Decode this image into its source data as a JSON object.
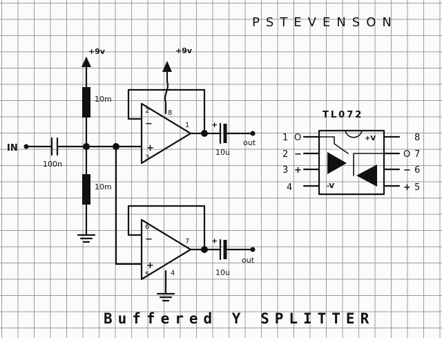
{
  "header": {
    "author": "PSTEVENSON"
  },
  "footer": {
    "title": "Buffered Y SPLITTER"
  },
  "schematic": {
    "input_label": "IN",
    "input_cap": "100n",
    "bias_resistor_top": "10m",
    "bias_resistor_bottom": "10m",
    "supply_left": "+9v",
    "supply_opamp": "+9v",
    "opamp_a": {
      "minus": "−",
      "plus": "+",
      "pin_minus": "2",
      "pin_plus": "3",
      "pin_supply": "8",
      "pin_out": "1"
    },
    "opamp_b": {
      "minus": "−",
      "plus": "+",
      "pin_minus": "6",
      "pin_plus": "5",
      "pin_gnd": "4",
      "pin_out": "7"
    },
    "out_a": {
      "cap": "10u",
      "label": "out",
      "plus": "+"
    },
    "out_b": {
      "cap": "10u",
      "label": "out",
      "plus": "+"
    }
  },
  "pinout": {
    "chip": "TL072",
    "left_pins": [
      {
        "num": "1",
        "sign": "O"
      },
      {
        "num": "2",
        "sign": "−"
      },
      {
        "num": "3",
        "sign": "+"
      },
      {
        "num": "4",
        "sign": ""
      }
    ],
    "right_pins": [
      {
        "num": "8",
        "sign": ""
      },
      {
        "num": "7",
        "sign": "O"
      },
      {
        "num": "6",
        "sign": "−"
      },
      {
        "num": "5",
        "sign": "+"
      }
    ],
    "vplus": "+V",
    "vminus": "-V"
  }
}
